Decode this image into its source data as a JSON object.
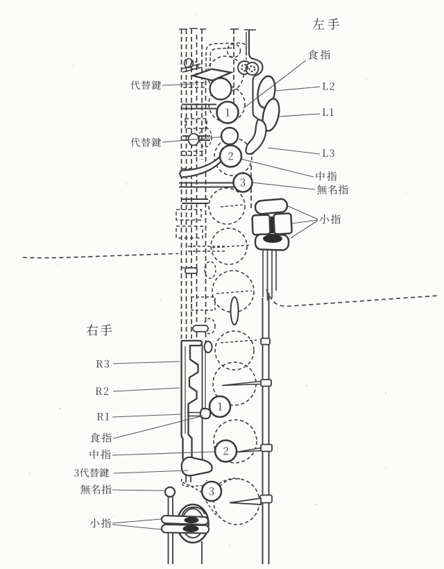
{
  "figure": {
    "type": "saxophone fingering key diagram (scanned line drawing)",
    "colors": {
      "ink": "#3b3b3d",
      "paper": "#fbfbf9",
      "label": "#33333b"
    }
  },
  "left_hand": {
    "title": "左手",
    "labels": {
      "daitai1": "代替鍵",
      "shokushi": "食指",
      "l2": "L2",
      "daitai2": "代替鍵",
      "l1": "L1",
      "l3": "L3",
      "chushi": "中指",
      "mumeishi": "無名指",
      "koyubi": "小指"
    },
    "key_numbers": [
      "1",
      "2",
      "3"
    ]
  },
  "right_hand": {
    "title": "右手",
    "labels": {
      "r3": "R3",
      "r2": "R2",
      "r1": "R1",
      "shokushi": "食指",
      "chushi": "中指",
      "daitai3": "3代替鍵",
      "mumeishi": "無名指",
      "koyubi": "小指"
    },
    "key_numbers": [
      "1",
      "2",
      "3"
    ]
  }
}
